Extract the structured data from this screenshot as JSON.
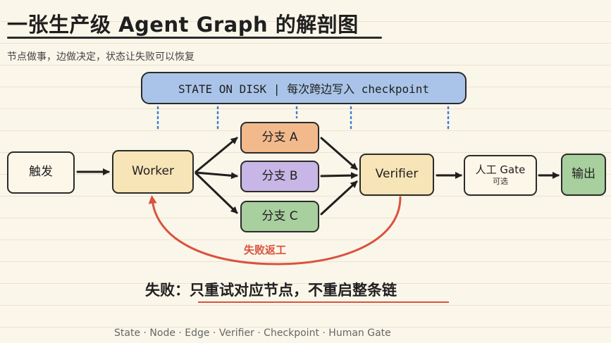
{
  "title": "一张生产级 Agent Graph 的解剖图",
  "subtitle": "节点做事，边做决定，状态让失败可以恢复",
  "state_banner": "STATE ON DISK | 每次跨边写入 checkpoint",
  "nodes": {
    "trigger": "触发",
    "worker": "Worker",
    "branch_a": "分支 A",
    "branch_b": "分支 B",
    "branch_c": "分支 C",
    "verifier": "Verifier",
    "gate": "人工 Gate",
    "gate_sub": "可选",
    "output": "输出"
  },
  "fail_label": "失败返工",
  "bottom_line": "失败：只重试对应节点，不重启整条链",
  "footer": "State · Node · Edge · Verifier · Checkpoint · Human Gate",
  "colors": {
    "state": "#a9c4e8",
    "worker": "#f7e4b7",
    "branch_a": "#f2b98d",
    "branch_b": "#c8b6e6",
    "branch_c": "#a8cf9e",
    "output": "#a8cf9e",
    "fail": "#d9533d",
    "dotted": "#3b7fd0"
  }
}
